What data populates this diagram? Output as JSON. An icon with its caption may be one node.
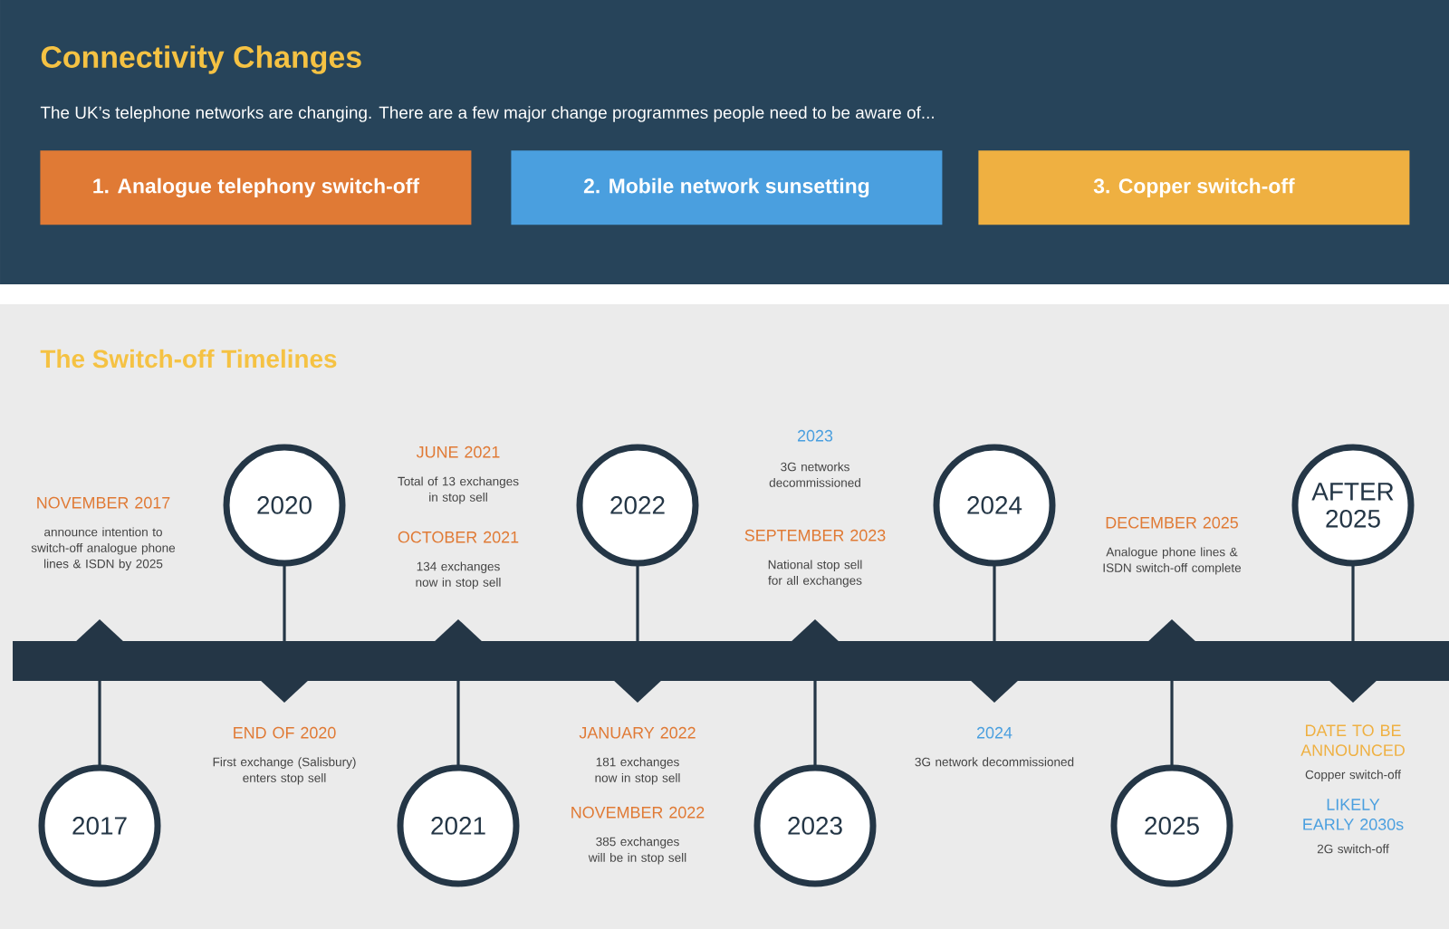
{
  "diagram": {
    "title": "Connectivity Changes",
    "nodes": [
      {
        "text": [
          "1. Analogue telephony switch-off"
        ]
      },
      {
        "text": [
          "2. Mobile network sunsetting"
        ]
      },
      {
        "text": [
          "3. Copper switch-off"
        ]
      },
      {
        "text": [
          "2020"
        ]
      },
      {
        "text": [
          "2022"
        ]
      },
      {
        "text": [
          "2024"
        ]
      },
      {
        "text": [
          "AFTER 2025"
        ]
      },
      {
        "text": [
          "2017"
        ]
      },
      {
        "text": [
          "2021"
        ]
      },
      {
        "text": [
          "2023"
        ]
      },
      {
        "text": [
          "2025"
        ]
      }
    ],
    "labels": [
      "The UK’s telephone networks are changing. There are a few major change programmes people need to be aware of...",
      "The Switch-off Timelines",
      "NOVEMBER 2017",
      "announce intention to switch-off analogue phone lines & ISDN by 2025",
      "JUNE 2021",
      "Total of 13 exchanges in stop sell",
      "2023",
      "3G networks decommissioned",
      "OCTOBER 2021",
      "134 exchanges now in stop sell",
      "SEPTEMBER 2023",
      "National stop sell for all exchanges",
      "DECEMBER 2025",
      "Analogue phone lines & ISDN switch-off complete",
      "END OF 2020",
      "First exchange (Salisbury) enters stop sell",
      "JANUARY 2022",
      "181 exchanges now in stop sell",
      "2024",
      "3G network decommissioned",
      "DATE TO BE ANNOUNCED",
      "Copper switch-off",
      "NOVEMBER 2022",
      "385 exchanges will be in stop sell",
      "LIKELY EARLY 2030s",
      "2G switch-off"
    ]
  }
}
